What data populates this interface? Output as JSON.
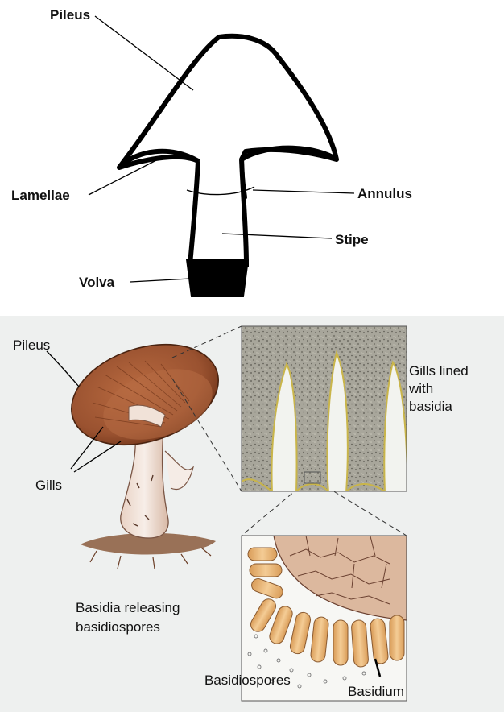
{
  "top_diagram": {
    "labels": {
      "pileus": "Pileus",
      "lamellae": "Lamellae",
      "annulus": "Annulus",
      "stipe": "Stipe",
      "volva": "Volva"
    }
  },
  "bottom_diagram": {
    "labels": {
      "pileus": "Pileus",
      "gills": "Gills",
      "gills_lined_line1": "Gills lined",
      "gills_lined_line2": "with",
      "gills_lined_line3": "basidia",
      "basidia_releasing_line1": "Basidia releasing",
      "basidia_releasing_line2": "basidiospores",
      "basidiospores": "Basidiospores",
      "basidium": "Basidium"
    },
    "colors": {
      "background": "#eef0ef",
      "cap_brown": "#a65a33",
      "cap_dark": "#6e3318",
      "gill_tissue": "#9c9a8f",
      "gill_edge": "#c9b54a",
      "basidium_tan": "#e8b77a",
      "soil": "#8a5a3c"
    }
  }
}
